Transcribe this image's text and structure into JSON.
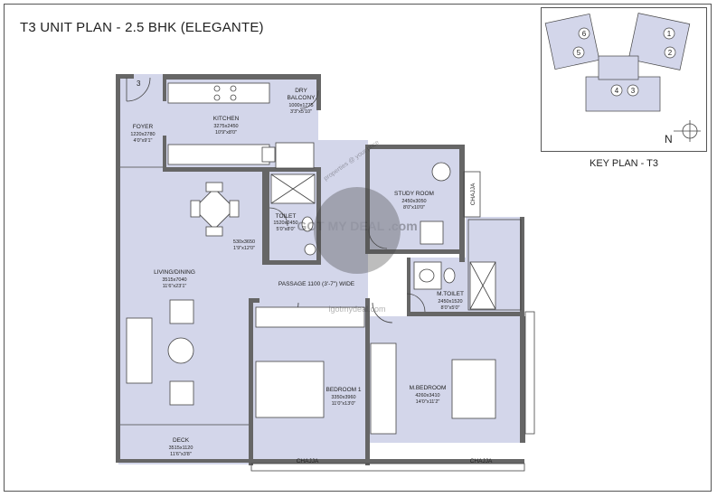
{
  "title": "T3 UNIT PLAN - 2.5 BHK (ELEGANTE)",
  "key_plan": {
    "label": "KEY PLAN - T3",
    "units": [
      "1",
      "2",
      "3",
      "4",
      "5",
      "6"
    ],
    "north": "N"
  },
  "unit_number": "3",
  "rooms": {
    "foyer": {
      "name": "FOYER",
      "dim1": "1220x2780",
      "dim2": "4'0\"x9'1\""
    },
    "kitchen": {
      "name": "KITCHEN",
      "dim1": "3275x2450",
      "dim2": "10'9\"x8'0\""
    },
    "dry_balcony": {
      "name1": "DRY",
      "name2": "BALCONY",
      "dim1": "1000x1775",
      "dim2": "3'3\"x5'10\""
    },
    "toilet": {
      "name": "TOILET",
      "dim1": "1520x2450",
      "dim2": "5'0\"x8'0\""
    },
    "study": {
      "name": "STUDY ROOM",
      "dim1": "2450x3050",
      "dim2": "8'0\"x10'0\""
    },
    "alcove": {
      "dim1": "530x3650",
      "dim2": "1'9\"x12'0\""
    },
    "living": {
      "name": "LIVING/DINING",
      "dim1": "3515x7040",
      "dim2": "11'6\"x23'1\""
    },
    "passage": {
      "label": "PASSAGE 1100 (3'-7\") WIDE"
    },
    "m_toilet": {
      "name": "M.TOILET",
      "dim1": "2450x1520",
      "dim2": "8'0\"x5'0\""
    },
    "bedroom1": {
      "name": "BEDROOM 1",
      "dim1": "3350x3960",
      "dim2": "11'0\"x13'0\""
    },
    "m_bedroom": {
      "name": "M.BEDROOM",
      "dim1": "4260x3410",
      "dim2": "14'0\"x11'2\""
    },
    "deck": {
      "name": "DECK",
      "dim1": "3515x1120",
      "dim2": "11'6\"x3'8\""
    }
  },
  "chajja": [
    "CHAJJA",
    "CHAJJA",
    "CHAJJA"
  ],
  "watermark": {
    "line1": "properties @ your price",
    "logo_text": "GOT MY DEAL .com",
    "url": "igotmydeal.com"
  },
  "colors": {
    "wall": "#666666",
    "floor": "#d3d6ea",
    "line": "#444444",
    "frame": "#555555"
  }
}
